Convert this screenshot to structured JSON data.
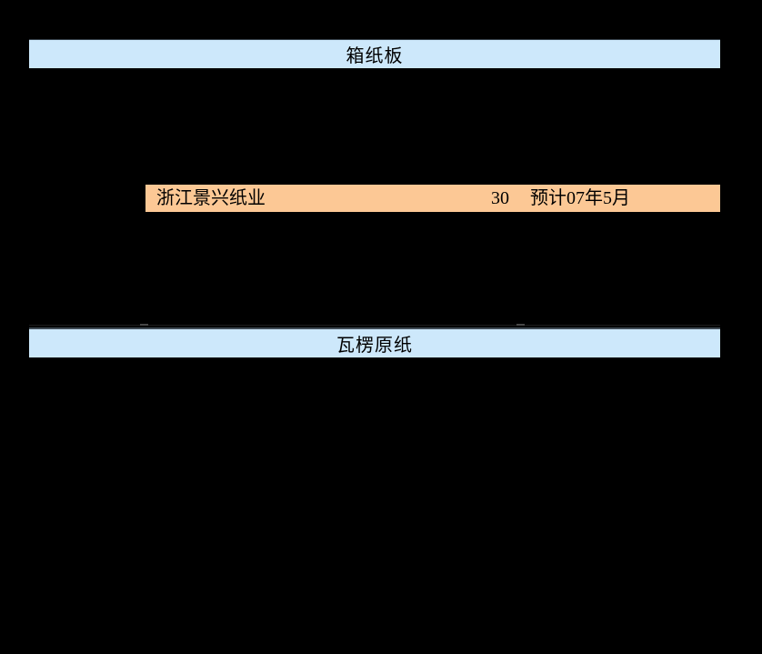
{
  "page": {
    "background_color": "#000000",
    "text_color": "#000000"
  },
  "section_headers": {
    "bg_color": "#CDE8FB",
    "first": {
      "title": "箱纸板"
    },
    "second": {
      "title": "瓦楞原纸"
    }
  },
  "highlight_row": {
    "bg_color": "#FCC895",
    "company": "浙江景兴纸业",
    "capacity": "30",
    "schedule": "预计07年5月"
  }
}
